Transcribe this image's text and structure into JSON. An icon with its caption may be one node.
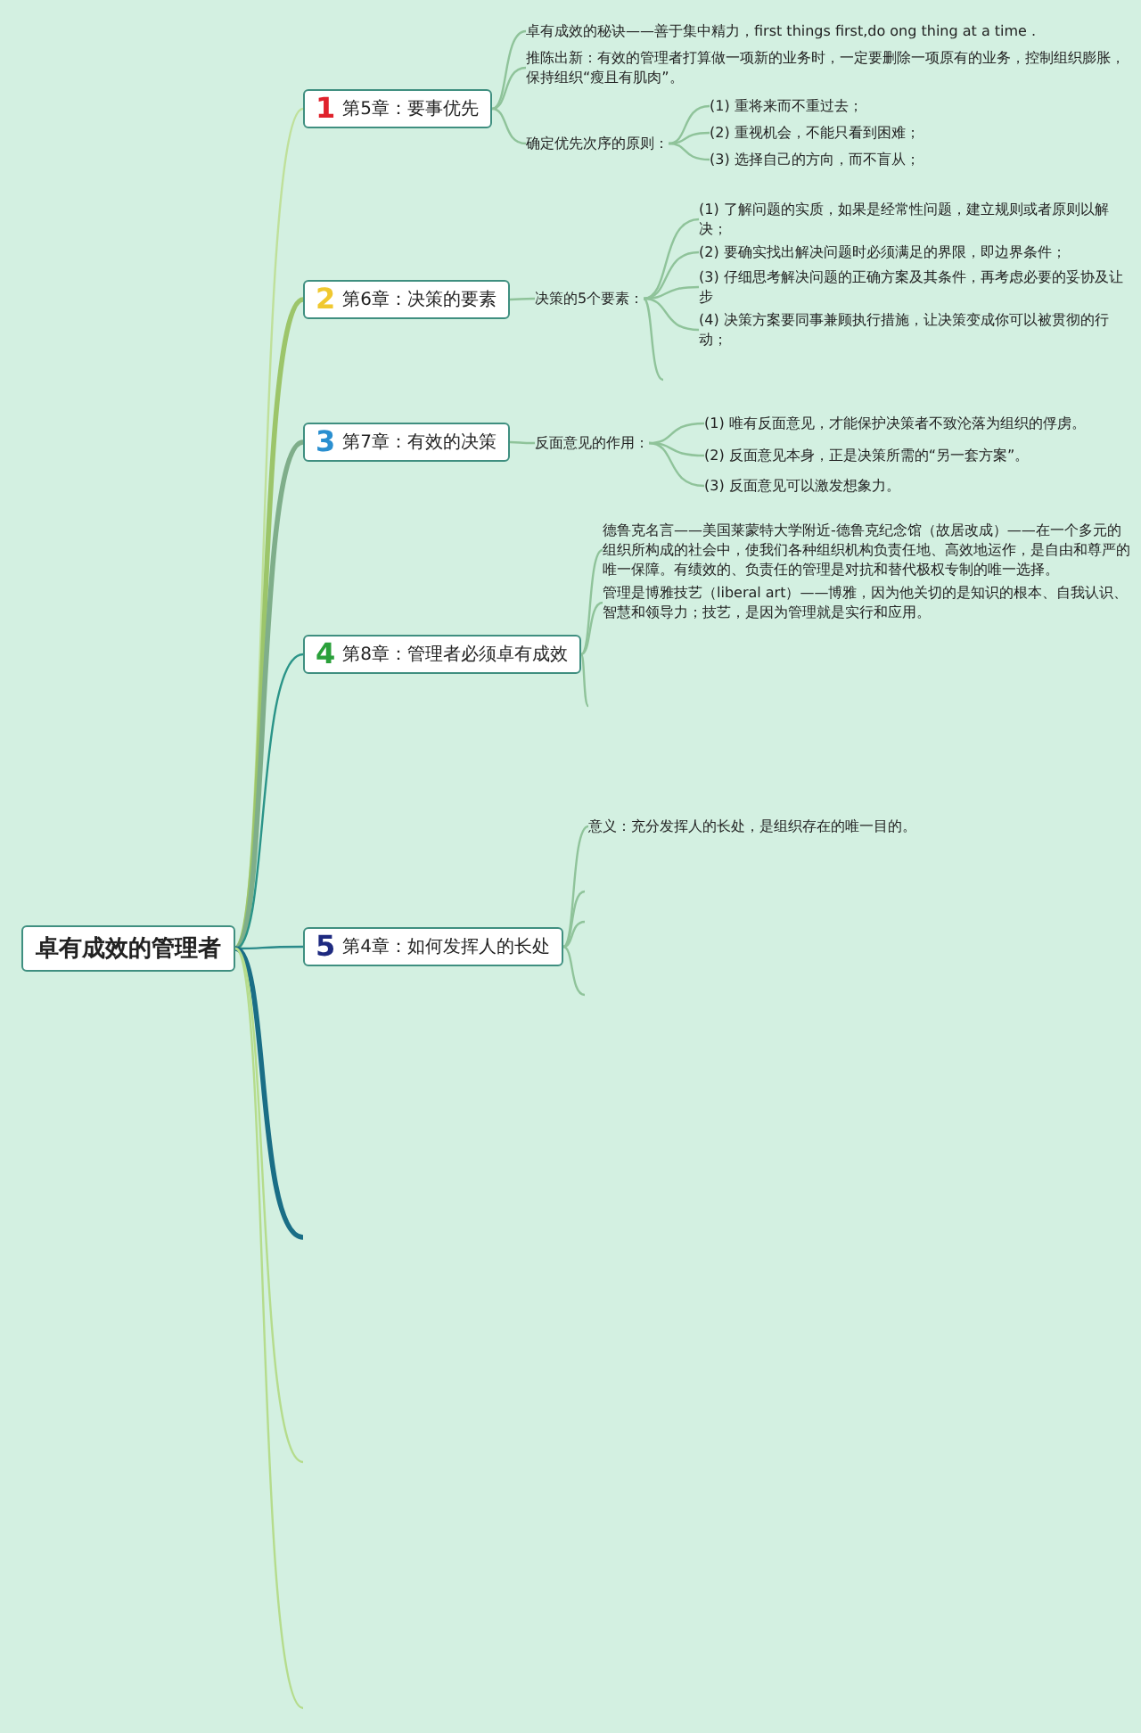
{
  "diagram": {
    "nodes": [
      {
        "text": [
          "卓有成效的管理者"
        ]
      },
      {
        "text": [
          "1",
          "第5章：要事优先"
        ]
      },
      {
        "text": [
          "卓有成效的秘诀——善于集中精力，first things first,do ong thing at a time ."
        ]
      },
      {
        "text": [
          "推陈出新：有效的管理者打算做一项新的业务时，一定要删除一项原有的业务，控制组织膨胀，保持组织“瘦且有肌肉”。"
        ]
      },
      {
        "text": [
          "确定优先次序的原则："
        ]
      },
      {
        "text": [
          "(1) 重将来而不重过去；"
        ]
      },
      {
        "text": [
          "(2) 重视机会，不能只看到困难；"
        ]
      },
      {
        "text": [
          "(3) 选择自己的方向，而不盲从；"
        ]
      },
      {
        "text": [
          "2",
          "第6章：决策的要素"
        ]
      },
      {
        "text": [
          "决策的5个要素："
        ]
      },
      {
        "text": [
          "(1) 了解问题的实质，如果是经常性问题，建立规则或者原则以解决；"
        ]
      },
      {
        "text": [
          "(2) 要确实找出解决问题时必须满足的界限，即边界条件；"
        ]
      },
      {
        "text": [
          "(3) 仔细思考解决问题的正确方案及其条件，再考虑必要的妥协及让步"
        ]
      },
      {
        "text": [
          "(4) 决策方案要同事兼顾执行措施，让决策变成你可以被贯彻的行动；"
        ]
      },
      {
        "text": [
          "3",
          "第7章：有效的决策"
        ]
      },
      {
        "text": [
          "反面意见的作用："
        ]
      },
      {
        "text": [
          "(1) 唯有反面意见，才能保护决策者不致沦落为组织的俘虏。"
        ]
      },
      {
        "text": [
          "(2) 反面意见本身，正是决策所需的“另一套方案”。"
        ]
      },
      {
        "text": [
          "(3) 反面意见可以激发想象力。"
        ]
      },
      {
        "text": [
          "4",
          "第8章：管理者必须卓有成效"
        ]
      },
      {
        "text": [
          "德鲁克名言——美国莱蒙特大学附近-德鲁克纪念馆（故居改成）——在一个多元的组织所构成的社会中，使我们各种组织机构负责任地、高效地运作，是自由和尊严的唯一保障。有绩效的、负责任的管理是对抗和替代极权专制的唯一选择。"
        ]
      },
      {
        "text": [
          "管理是博雅技艺（liberal art）——博雅，因为他关切的是知识的根本、自我认识、智慧和领导力；技艺，是因为管理就是实行和应用。"
        ]
      },
      {
        "text": [
          "5",
          "第4章：如何发挥人的长处"
        ]
      },
      {
        "text": [
          "意义：充分发挥人的长处，是组织存在的唯一目的。"
        ]
      }
    ],
    "edges": [
      {
        "from": 0,
        "to": 1,
        "arrow": "none",
        "color": "#bfe09a"
      },
      {
        "from": 1,
        "to": 2,
        "arrow": "none"
      },
      {
        "from": 1,
        "to": 3,
        "arrow": "none"
      },
      {
        "from": 1,
        "to": 4,
        "arrow": "none"
      },
      {
        "from": 4,
        "to": 5,
        "arrow": "none"
      },
      {
        "from": 4,
        "to": 6,
        "arrow": "none"
      },
      {
        "from": 4,
        "to": 7,
        "arrow": "none"
      },
      {
        "from": 0,
        "to": 8,
        "arrow": "none",
        "style": "thick",
        "color": "#9cc56a"
      },
      {
        "from": 8,
        "to": 9,
        "arrow": "none"
      },
      {
        "from": 9,
        "to": 10,
        "arrow": "none"
      },
      {
        "from": 9,
        "to": 11,
        "arrow": "none"
      },
      {
        "from": 9,
        "to": 12,
        "arrow": "none"
      },
      {
        "from": 9,
        "to": 13,
        "arrow": "none"
      },
      {
        "from": 9,
        "to": null,
        "arrow": "none"
      },
      {
        "from": 0,
        "to": 14,
        "arrow": "none",
        "style": "thick",
        "color": "#7fae8a"
      },
      {
        "from": 14,
        "to": 15,
        "arrow": "none"
      },
      {
        "from": 15,
        "to": 16,
        "arrow": "none"
      },
      {
        "from": 15,
        "to": 17,
        "arrow": "none"
      },
      {
        "from": 15,
        "to": 18,
        "arrow": "none"
      },
      {
        "from": 0,
        "to": 19,
        "arrow": "none",
        "color": "#2a9488"
      },
      {
        "from": 19,
        "to": 20,
        "arrow": "none"
      },
      {
        "from": 19,
        "to": 21,
        "arrow": "none"
      },
      {
        "from": 19,
        "to": null,
        "arrow": "none"
      },
      {
        "from": 0,
        "to": 22,
        "arrow": "none",
        "color": "#2a8a8a"
      },
      {
        "from": 22,
        "to": 23,
        "arrow": "none"
      },
      {
        "from": 22,
        "to": null,
        "arrow": "none"
      },
      {
        "from": 22,
        "to": null,
        "arrow": "none"
      },
      {
        "from": 22,
        "to": null,
        "arrow": "none"
      },
      {
        "from": 0,
        "to": null,
        "arrow": "none",
        "style": "thick",
        "color": "#1a6e86"
      },
      {
        "from": 0,
        "to": null,
        "arrow": "none",
        "color": "#b5dc8c"
      },
      {
        "from": 0,
        "to": null,
        "arrow": "none",
        "color": "#b5dc8c"
      }
    ]
  }
}
